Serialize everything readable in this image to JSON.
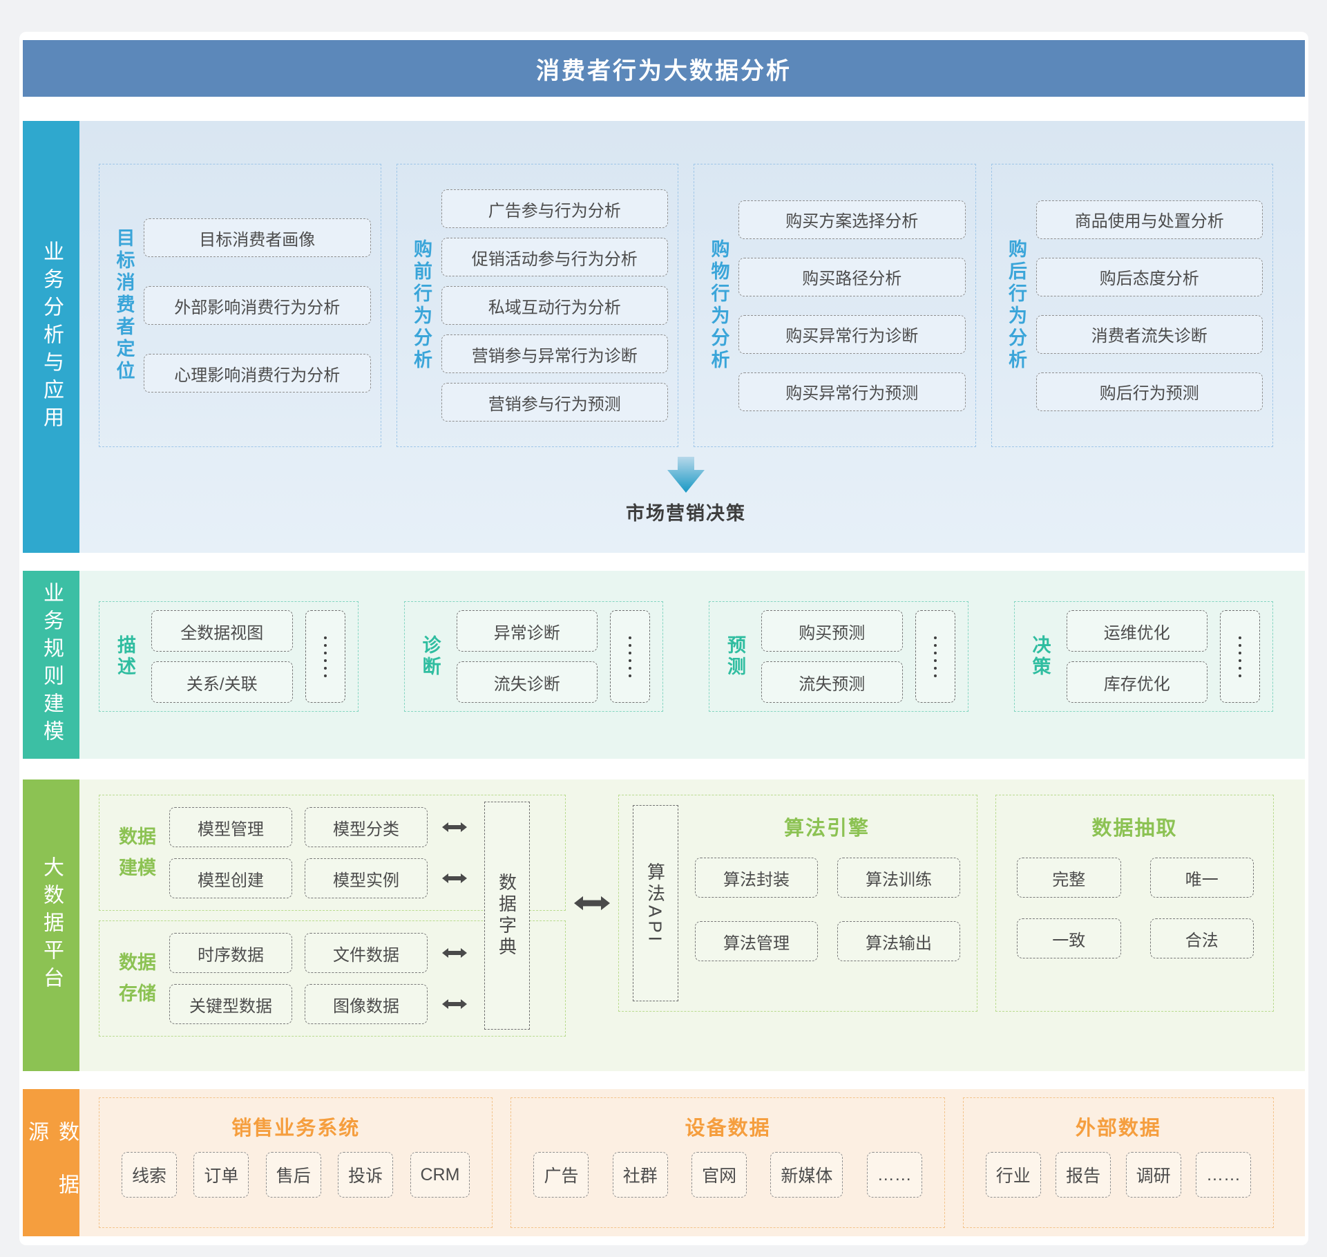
{
  "title": "消费者行为大数据分析",
  "colors": {
    "header_blue": "#5c88ba",
    "sec1_bar_cyan": "#2fa8ce",
    "sec1_accent": "#3aa5d9",
    "sec2_bar_teal": "#3cbfa4",
    "sec3_bar_green": "#8cc253",
    "sec4_bar_orange": "#f59e3e"
  },
  "sec1": {
    "label": "业务分析与应用",
    "columns": [
      {
        "label": "目标消费者定位",
        "items": [
          "目标消费者画像",
          "外部影响消费行为分析",
          "心理影响消费行为分析"
        ]
      },
      {
        "label": "购前行为分析",
        "items": [
          "广告参与行为分析",
          "促销活动参与行为分析",
          "私域互动行为分析",
          "营销参与异常行为诊断",
          "营销参与行为预测"
        ]
      },
      {
        "label": "购物行为分析",
        "items": [
          "购买方案选择分析",
          "购买路径分析",
          "购买异常行为诊断",
          "购买异常行为预测"
        ]
      },
      {
        "label": "购后行为分析",
        "items": [
          "商品使用与处置分析",
          "购后态度分析",
          "消费者流失诊断",
          "购后行为预测"
        ]
      }
    ],
    "decision": "市场营销决策"
  },
  "sec2": {
    "label": "业务规则建模",
    "groups": [
      {
        "label": "描述",
        "items": [
          "全数据视图",
          "关系/关联"
        ]
      },
      {
        "label": "诊断",
        "items": [
          "异常诊断",
          "流失诊断"
        ]
      },
      {
        "label": "预测",
        "items": [
          "购买预测",
          "流失预测"
        ]
      },
      {
        "label": "决策",
        "items": [
          "运维优化",
          "库存优化"
        ]
      }
    ]
  },
  "sec3": {
    "label": "大数据平台",
    "modeling": {
      "label": "数据建模",
      "items": [
        "模型管理",
        "模型分类",
        "模型创建",
        "模型实例"
      ]
    },
    "storage": {
      "label": "数据存储",
      "items": [
        "时序数据",
        "文件数据",
        "关键型数据",
        "图像数据"
      ]
    },
    "dictionary": "数据字典",
    "api": "算法API",
    "engine": {
      "label": "算法引擎",
      "items": [
        "算法封装",
        "算法训练",
        "算法管理",
        "算法输出"
      ]
    },
    "extraction": {
      "label": "数据抽取",
      "items": [
        "完整",
        "唯一",
        "一致",
        "合法"
      ]
    }
  },
  "sec4": {
    "label": "数据源",
    "groups": [
      {
        "label": "销售业务系统",
        "items": [
          "线索",
          "订单",
          "售后",
          "投诉",
          "CRM"
        ]
      },
      {
        "label": "设备数据",
        "items": [
          "广告",
          "社群",
          "官网",
          "新媒体",
          "……"
        ]
      },
      {
        "label": "外部数据",
        "items": [
          "行业",
          "报告",
          "调研",
          "……"
        ]
      }
    ]
  }
}
